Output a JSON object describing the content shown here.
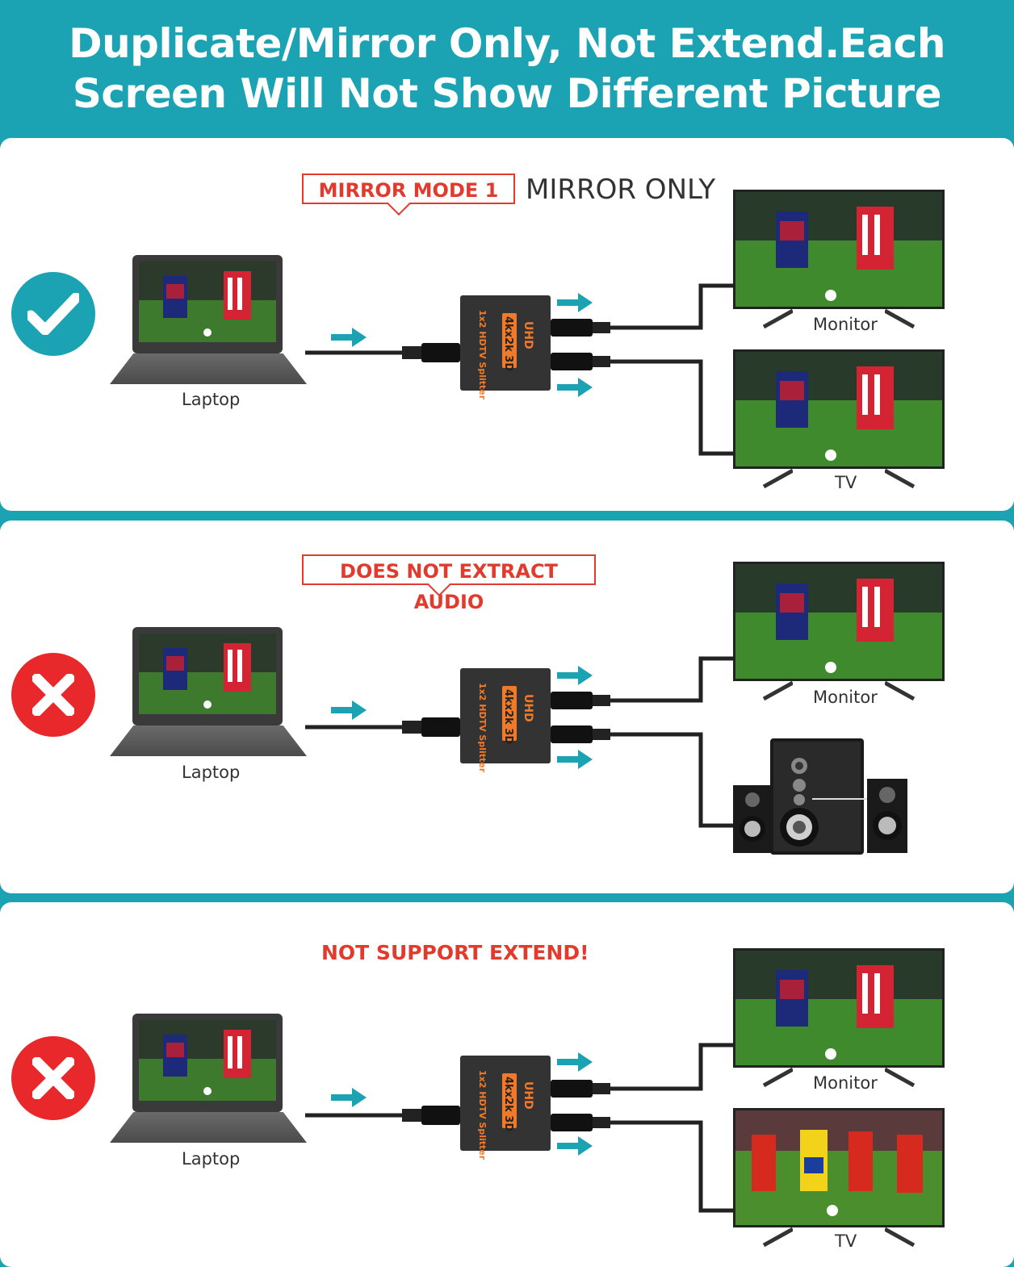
{
  "header": {
    "line1": "Duplicate/Mirror Only, Not Extend.Each",
    "line2": "Screen Will Not Show Different Picture"
  },
  "panels": [
    {
      "status": "supported",
      "callout": "MIRROR MODE 1",
      "note": "MIRROR ONLY",
      "source_label": "Laptop",
      "output1_label": "Monitor",
      "output2_label": "TV"
    },
    {
      "status": "not-supported",
      "callout": "DOES NOT EXTRACT AUDIO",
      "source_label": "Laptop",
      "output1_label": "Monitor",
      "output2_label": ""
    },
    {
      "status": "not-supported",
      "callout": "NOT SUPPORT EXTEND!",
      "source_label": "Laptop",
      "output1_label": "Monitor",
      "output2_label": "TV"
    }
  ],
  "splitter": {
    "brand_text": "1x2 HDTV Splitter",
    "spec_text": "4kx2k 3D",
    "uhd_text": "UHD"
  },
  "colors": {
    "accent": "#1ba3b3",
    "error": "#e8282a",
    "callout": "#e23b2e",
    "splitter_orange": "#f07a2a"
  },
  "icons": {
    "ok": "checkmark-icon",
    "no": "x-mark-icon"
  }
}
